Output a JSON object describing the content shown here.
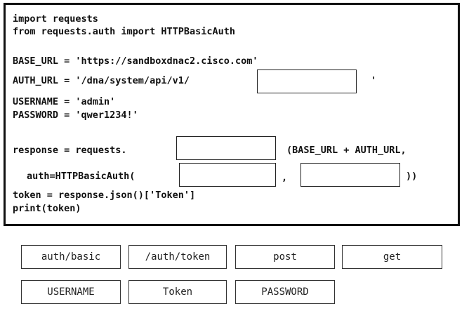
{
  "code": {
    "line1": "import requests",
    "line2": "from requests.auth import HTTPBasicAuth",
    "line3": "BASE_URL = 'https://sandboxdnac2.cisco.com'",
    "line4_prefix": "AUTH_URL = '/dna/system/api/v1/",
    "line4_suffix": "'",
    "line5": "USERNAME = 'admin'",
    "line6": "PASSWORD = 'qwer1234!'",
    "line7_prefix": "response = requests.",
    "line7_suffix": "(BASE_URL + AUTH_URL,",
    "line8_prefix": "auth=HTTPBasicAuth(",
    "line8_middle": ",",
    "line8_suffix": "))",
    "line9": "token = response.json()['Token']",
    "line10": "print(token)"
  },
  "choices": {
    "row1": [
      "auth/basic",
      "/auth/token",
      "post",
      "get"
    ],
    "row2": [
      "USERNAME",
      "Token",
      "PASSWORD"
    ]
  }
}
